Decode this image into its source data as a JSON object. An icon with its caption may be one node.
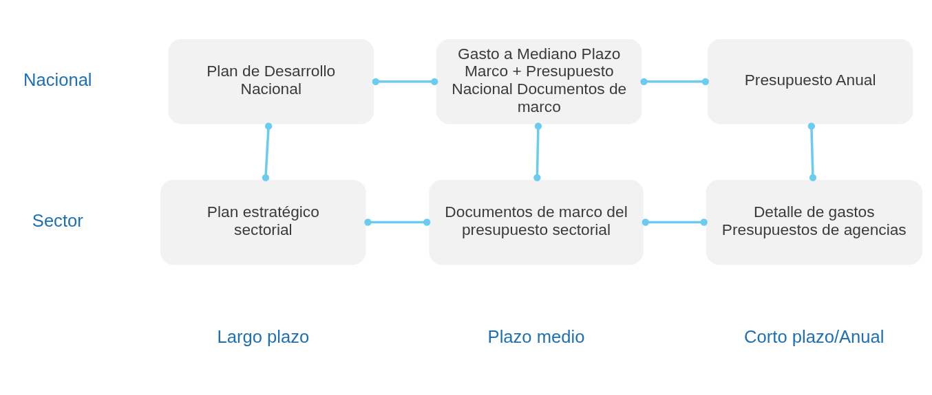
{
  "diagram": {
    "nodes": [
      {
        "text": [
          "Plan de Desarrollo Nacional"
        ]
      },
      {
        "text": [
          "Gasto a Mediano Plazo Marco + Presupuesto Nacional Documentos de marco"
        ]
      },
      {
        "text": [
          "Presupuesto Anual"
        ]
      },
      {
        "text": [
          "Plan estratégico sectorial"
        ]
      },
      {
        "text": [
          "Documentos de marco del presupuesto sectorial"
        ]
      },
      {
        "text": [
          "Detalle de gastos Presupuestos de agencias"
        ]
      }
    ],
    "edges": [
      {
        "from": 0,
        "to": 1,
        "arrow": "other"
      },
      {
        "from": 1,
        "to": 2,
        "arrow": "other"
      },
      {
        "from": 0,
        "to": 3,
        "arrow": "other"
      },
      {
        "from": 1,
        "to": 4,
        "arrow": "other"
      },
      {
        "from": 2,
        "to": 5,
        "arrow": "other"
      },
      {
        "from": 3,
        "to": 4,
        "arrow": "other"
      },
      {
        "from": 4,
        "to": 5,
        "arrow": "other"
      }
    ],
    "labels": [
      "Nacional",
      "Sector",
      "Largo plazo",
      "Plazo medio",
      "Corto plazo/Anual"
    ]
  }
}
